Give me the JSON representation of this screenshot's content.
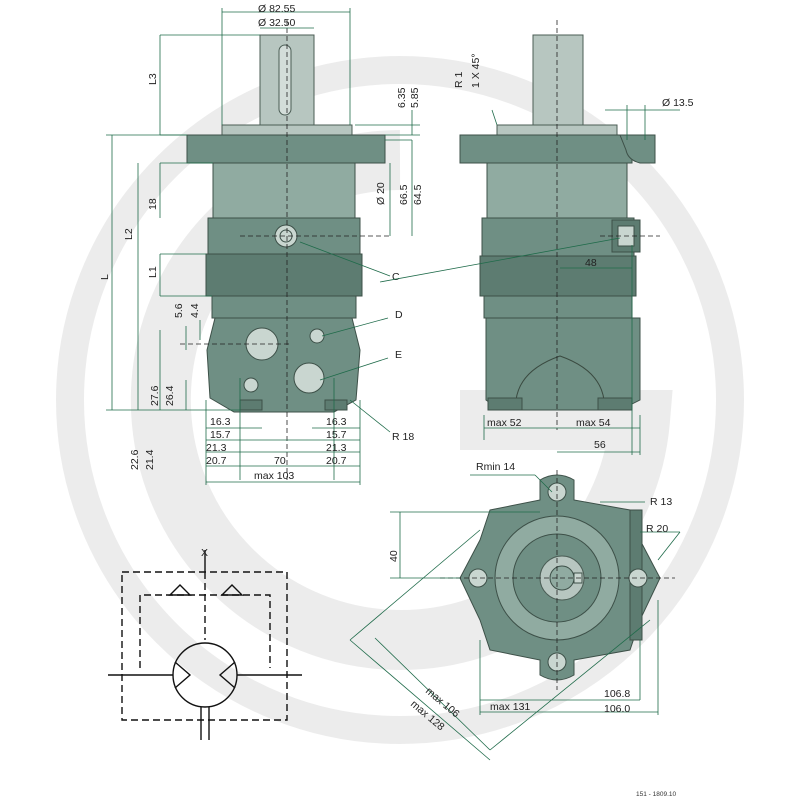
{
  "watermark": {
    "description": "faint circular logo watermark",
    "color": "#eeeeee"
  },
  "front_view": {
    "dims": {
      "d1": "Ø 82.55",
      "d2": "Ø 32.50",
      "l3": "L3",
      "l2": "L2",
      "l1": "L1",
      "l": "L",
      "v18": "18",
      "v635": "6.35",
      "v585": "5.85",
      "d20": "Ø 20",
      "v665": "66.5",
      "v645": "64.5",
      "v56": "5.6",
      "v44": "4.4",
      "v276": "27.6",
      "v264": "26.4",
      "v163a": "16.3",
      "v163b": "16.3",
      "v157a": "15.7",
      "v157b": "15.7",
      "v213a": "21.3",
      "v213b": "21.3",
      "v207a": "20.7",
      "v207b": "20.7",
      "v70": "70",
      "max103": "max 103",
      "v226": "22.6",
      "v214": "21.4"
    },
    "ports": {
      "c": "C",
      "d": "D",
      "e": "E"
    },
    "r18": "R 18"
  },
  "side_view": {
    "dims": {
      "r1": "R 1",
      "chamfer": "1 X 45°",
      "d135": "Ø 13.5",
      "v48": "48",
      "max52": "max 52",
      "max54": "max 54",
      "v56": "56"
    }
  },
  "bottom_view": {
    "dims": {
      "rmin14": "Rmin 14",
      "r13": "R 13",
      "r20": "R 20",
      "v40": "40",
      "max106": "max 106",
      "max128": "max 128",
      "max131": "max 131",
      "v1068": "106.8",
      "v1060": "106.0"
    }
  },
  "schematic": {
    "port_x": "X"
  },
  "footer": {
    "code": "151 - 1809.10"
  },
  "colors": {
    "body": "#6f8f84",
    "dim_line": "#1f6b4a",
    "shaft": "#b7c6c0"
  }
}
